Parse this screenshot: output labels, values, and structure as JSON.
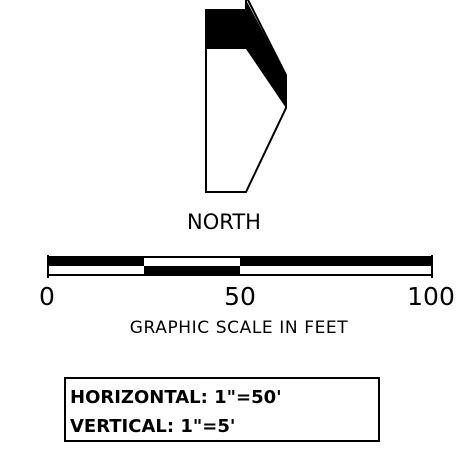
{
  "north_arrow": {
    "label": "NORTH"
  },
  "graphic_scale": {
    "tick_labels": [
      "0",
      "50",
      "100"
    ],
    "caption": "GRAPHIC SCALE IN FEET"
  },
  "scale_box": {
    "horizontal": "HORIZONTAL:  1\"=50'",
    "vertical": "VERTICAL:  1\"=5'"
  },
  "colors": {
    "ink": "#000000",
    "paper": "#ffffff"
  }
}
